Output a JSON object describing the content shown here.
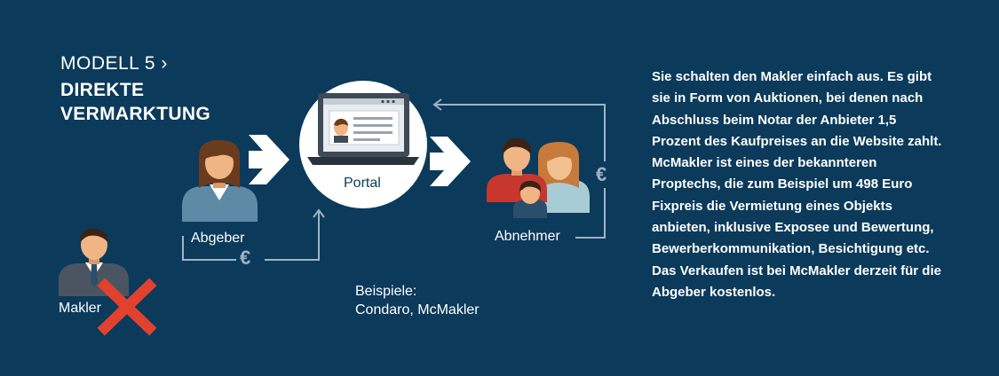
{
  "title": {
    "line1": "MODELL 5 ›",
    "line2": "DIREKTE VERMARKTUNG"
  },
  "labels": {
    "abgeber": "Abgeber",
    "portal": "Portal",
    "abnehmer": "Abnehmer",
    "makler": "Makler",
    "euro": "€"
  },
  "examples": {
    "heading": "Beispiele:",
    "items": "Condaro, McMakler"
  },
  "description": "Sie schalten den Makler einfach aus. Es gibt sie in Form von Auktionen, bei denen nach Abschluss beim Notar der Anbieter 1,5 Prozent des Kaufpreises an die Website zahlt. McMakler ist eines der bekannteren Proptechs, die zum Beispiel um 498 Euro Fixpreis die Vermietung eines Objekts anbieten, inklusive Exposee und Bewertung, Bewerberkommunikation, Besichtigung etc. Das Verkaufen ist bei McMakler derzeit für die Abgeber kostenlos.",
  "colors": {
    "background": "#0b3a5b",
    "cross": "#e2412e",
    "line": "#9fb3c4"
  }
}
